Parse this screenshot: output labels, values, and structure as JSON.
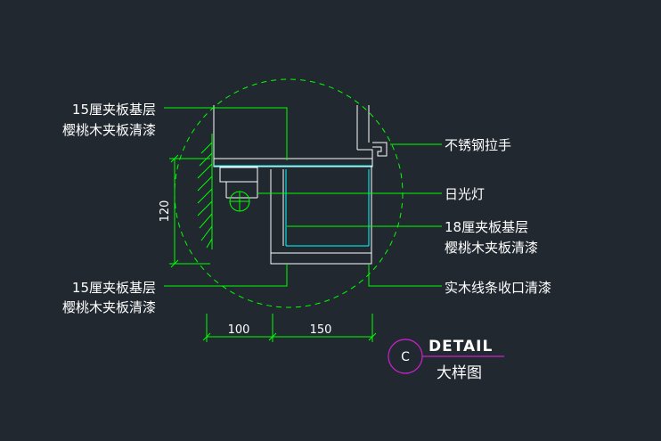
{
  "labels": {
    "top_left_line1": "15厘夹板基层",
    "top_left_line2": "樱桃木夹板清漆",
    "bottom_left_line1": "15厘夹板基层",
    "bottom_left_line2": "樱桃木夹板清漆",
    "handle": "不锈钢拉手",
    "light": "日光灯",
    "right_mid_line1": "18厘夹板基层",
    "right_mid_line2": "樱桃木夹板清漆",
    "trim": "实木线条收口清漆"
  },
  "dimensions": {
    "vertical": "120",
    "horiz_left": "100",
    "horiz_right": "150"
  },
  "detail_mark": {
    "letter": "C",
    "title": "DETAIL",
    "subtitle": "大样图"
  },
  "colors": {
    "background": "#212830",
    "leader": "#00ff00",
    "geometry": "#ffffff",
    "panel": "#00ffff",
    "mark_circle": "#cc22cc"
  }
}
